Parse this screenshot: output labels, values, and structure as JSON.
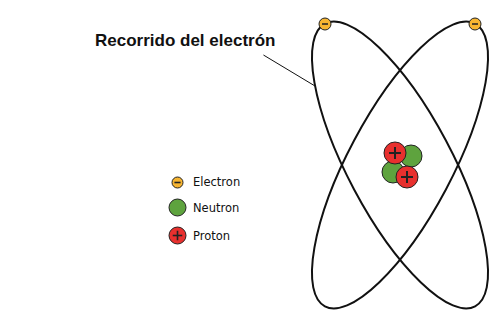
{
  "diagram": {
    "labels": [
      "Recorrido del electrón"
    ],
    "legend": [
      {
        "text": "Electron",
        "color": "#f7b531"
      },
      {
        "text": "Neutron",
        "color": "#5ea33e"
      },
      {
        "text": "Proton",
        "color": "#e8302e"
      }
    ]
  }
}
